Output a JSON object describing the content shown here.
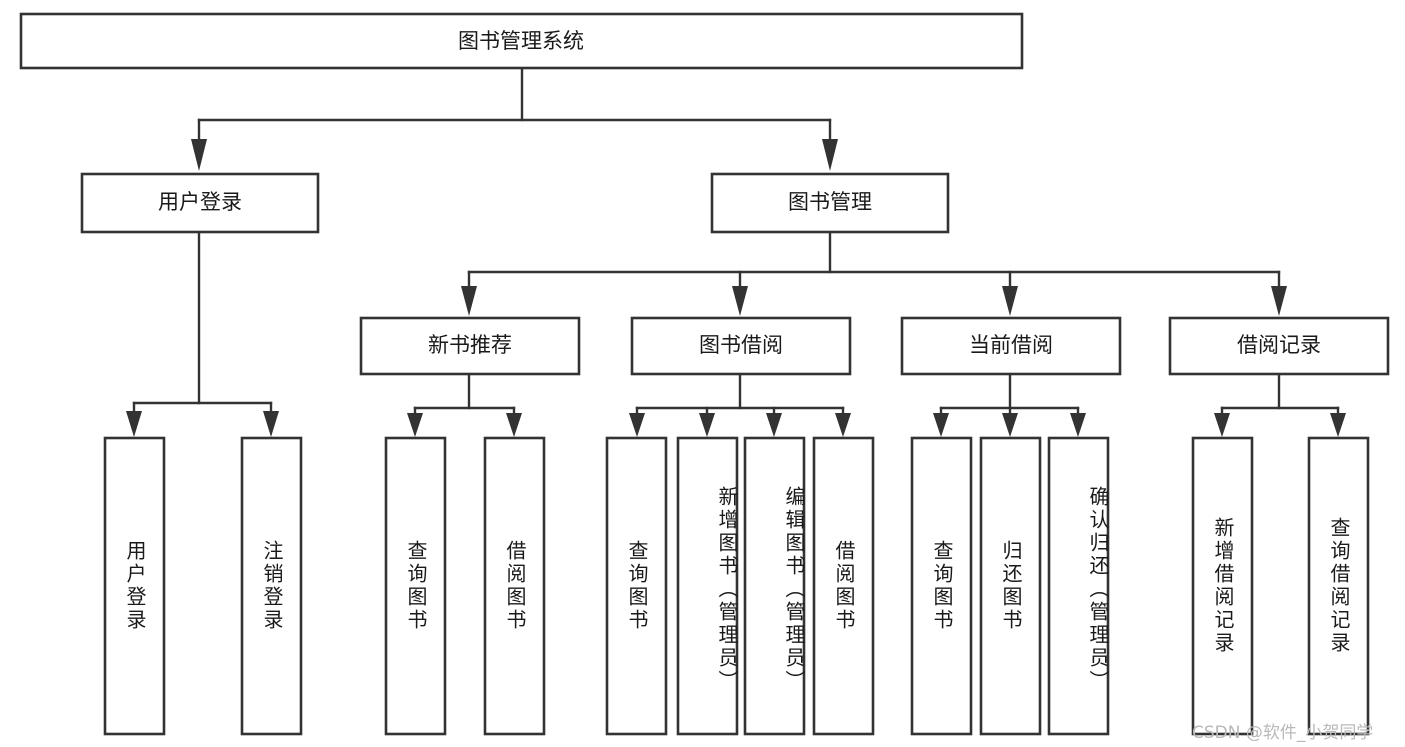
{
  "diagram": {
    "type": "tree-hierarchy",
    "title": "图书管理系统",
    "orientation": "top-down",
    "colors": {
      "box_stroke": "#333333",
      "box_fill": "#ffffff",
      "text": "#1a1a1a",
      "watermark": "#b9b9b9"
    },
    "levels": [
      {
        "level": 1,
        "nodes": [
          {
            "id": "root",
            "label": "图书管理系统",
            "orientation": "horizontal"
          }
        ]
      },
      {
        "level": 2,
        "nodes": [
          {
            "id": "login",
            "label": "用户登录",
            "orientation": "horizontal",
            "parent": "root"
          },
          {
            "id": "bookmgmt",
            "label": "图书管理",
            "orientation": "horizontal",
            "parent": "root"
          }
        ]
      },
      {
        "level": 3,
        "nodes": [
          {
            "id": "newbook",
            "label": "新书推荐",
            "orientation": "horizontal",
            "parent": "bookmgmt"
          },
          {
            "id": "borrow",
            "label": "图书借阅",
            "orientation": "horizontal",
            "parent": "bookmgmt"
          },
          {
            "id": "current",
            "label": "当前借阅",
            "orientation": "horizontal",
            "parent": "bookmgmt"
          },
          {
            "id": "records",
            "label": "借阅记录",
            "orientation": "horizontal",
            "parent": "bookmgmt"
          }
        ]
      },
      {
        "level": 4,
        "nodes": [
          {
            "id": "leaf1",
            "label": "用户登录",
            "orientation": "vertical",
            "parent": "login"
          },
          {
            "id": "leaf2",
            "label": "注销登录",
            "orientation": "vertical",
            "parent": "login"
          },
          {
            "id": "leaf3",
            "label": "查询图书",
            "orientation": "vertical",
            "parent": "newbook"
          },
          {
            "id": "leaf4",
            "label": "借阅图书",
            "orientation": "vertical",
            "parent": "newbook"
          },
          {
            "id": "leaf5",
            "label": "查询图书",
            "orientation": "vertical",
            "parent": "borrow"
          },
          {
            "id": "leaf6",
            "label": "新增图书（管理员）",
            "orientation": "vertical",
            "parent": "borrow"
          },
          {
            "id": "leaf7",
            "label": "编辑图书（管理员）",
            "orientation": "vertical",
            "parent": "borrow"
          },
          {
            "id": "leaf8",
            "label": "借阅图书",
            "orientation": "vertical",
            "parent": "borrow"
          },
          {
            "id": "leaf9",
            "label": "查询图书",
            "orientation": "vertical",
            "parent": "current"
          },
          {
            "id": "leaf10",
            "label": "归还图书",
            "orientation": "vertical",
            "parent": "current"
          },
          {
            "id": "leaf11",
            "label": "确认归还（管理员）",
            "orientation": "vertical",
            "parent": "current"
          },
          {
            "id": "leaf12",
            "label": "新增借阅记录",
            "orientation": "vertical",
            "parent": "records"
          },
          {
            "id": "leaf13",
            "label": "查询借阅记录",
            "orientation": "vertical",
            "parent": "records"
          }
        ]
      }
    ],
    "watermark": "CSDN @软件_小贺同学"
  }
}
